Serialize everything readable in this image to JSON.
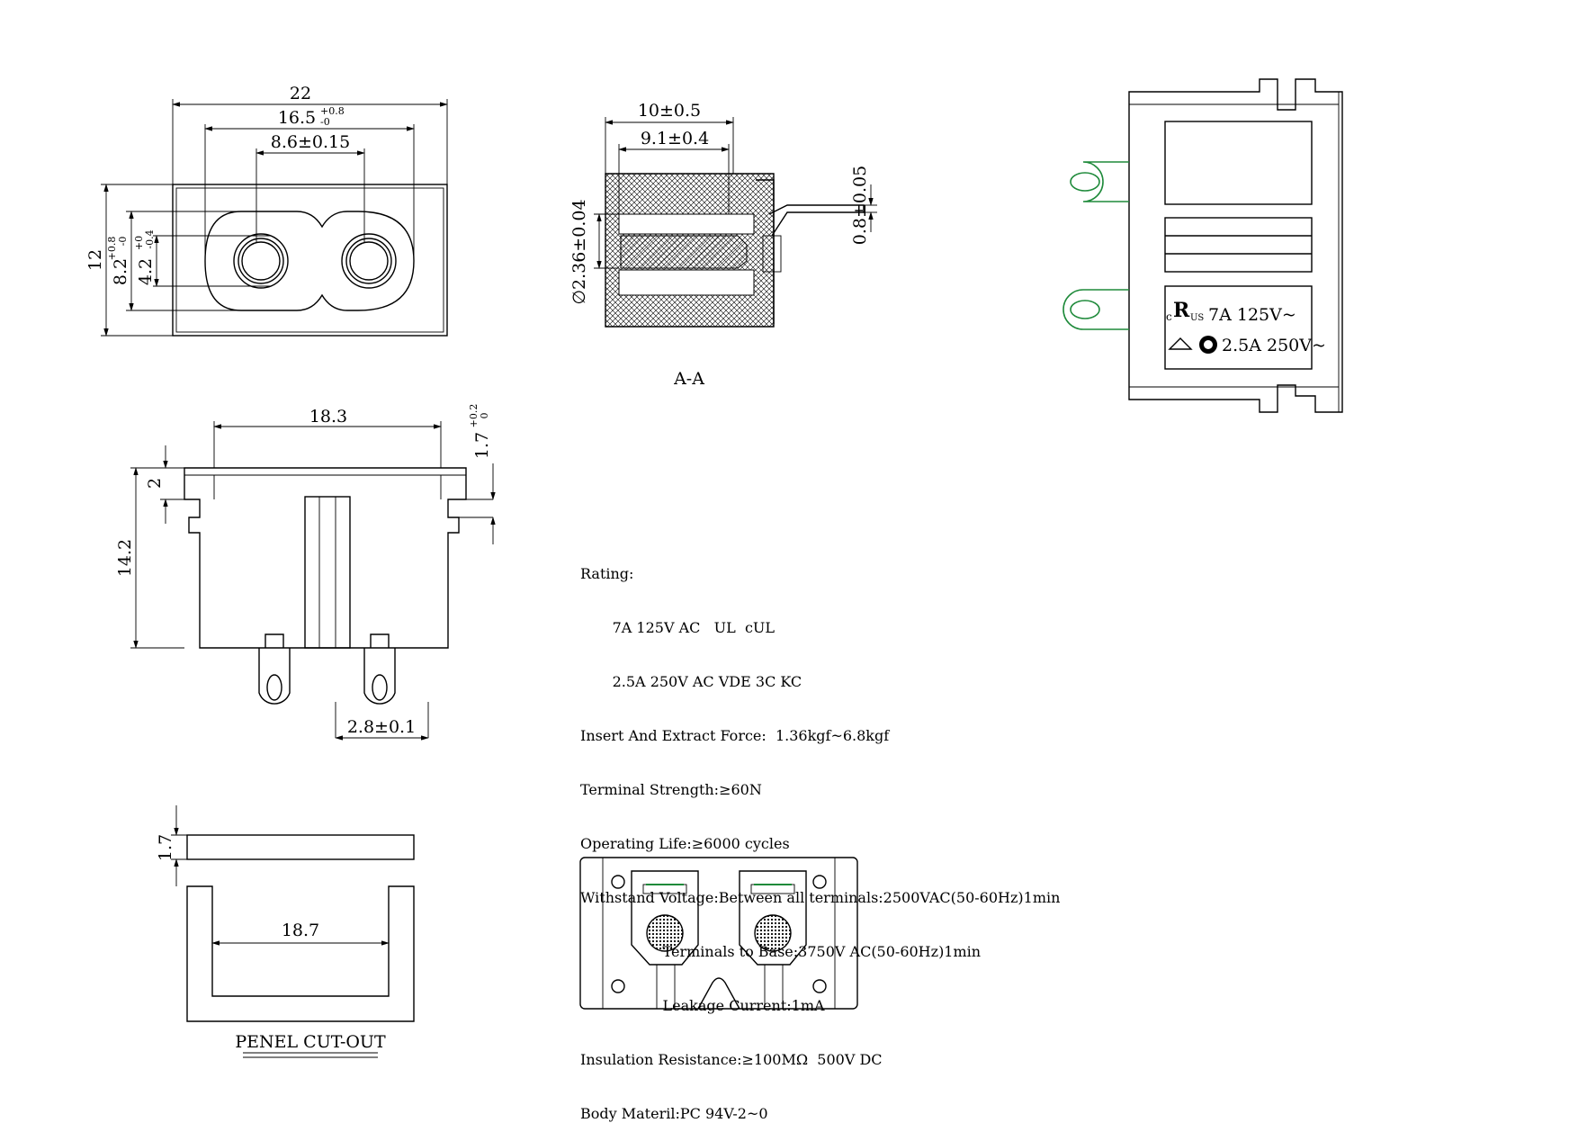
{
  "front_view": {
    "dim_22": "22",
    "dim_16_5": "16.5",
    "dim_16_5_tol_upper": "+0.8",
    "dim_16_5_tol_lower": "-0",
    "dim_8_6": "8.6±0.15",
    "dim_12": "12",
    "dim_8_2": "8.2",
    "dim_8_2_tol_upper": "+0.8",
    "dim_8_2_tol_lower": "-0",
    "dim_4_2": "4.2",
    "dim_4_2_tol_upper": "+0",
    "dim_4_2_tol_lower": "-0.4"
  },
  "section_view": {
    "dim_10": "10±0.5",
    "dim_9_1": "9.1±0.4",
    "dim_2_36": "∅2.36±0.04",
    "dim_0_8": "0.8±0.05",
    "label": "A-A"
  },
  "side_view": {
    "dim_18_3": "18.3",
    "dim_1_7": "1.7",
    "dim_1_7_tol_upper": "+0.2",
    "dim_1_7_tol_lower": "0",
    "dim_2": "2",
    "dim_14_2": "14.2",
    "dim_2_8": "2.8±0.1"
  },
  "cutout_view": {
    "dim_1_7": "1.7",
    "dim_18_7": "18.7",
    "label": "PENEL CUT-OUT"
  },
  "label_panel": {
    "line1": "7A  125V~",
    "line2": "2.5A  250V~",
    "ul_mark": "c Ⓡus"
  },
  "specs": [
    "Rating:",
    "       7A 125V AC   UL  cUL",
    "       2.5A 250V AC VDE 3C KC",
    "Insert And Extract Force:  1.36kgf~6.8kgf",
    "Terminal Strength:≥60N",
    "Operating Life:≥6000 cycles",
    "Withstand Voltage:Between all terminals:2500VAC(50-60Hz)1min",
    "                  Terminals to Base:3750V AC(50-60Hz)1min",
    "                  Leakage Current:1mA",
    "Insulation Resistance:≥100MΩ  500V DC",
    "Body Materil:PC 94V-2~0"
  ],
  "colors": {
    "line": "#000000",
    "terminal": "#1e8a3a",
    "background": "#ffffff"
  }
}
